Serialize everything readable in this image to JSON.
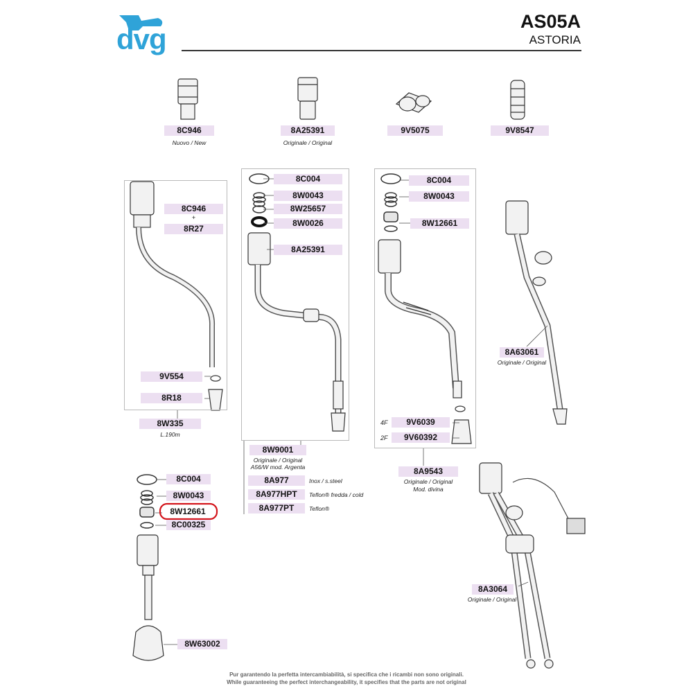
{
  "header": {
    "brand": "dvg",
    "model": "AS05A",
    "maker": "ASTORIA"
  },
  "top_parts": [
    {
      "code": "8C946",
      "caption": "Nuovo / New"
    },
    {
      "code": "8A25391",
      "caption": "Originale / Original"
    },
    {
      "code": "9V5075",
      "caption": ""
    },
    {
      "code": "9V8547",
      "caption": ""
    }
  ],
  "group_left": {
    "code_a": "8C946",
    "plus": "+",
    "code_b": "8R27",
    "seal": "9V554",
    "tip": "8R18",
    "assembly": "8W335",
    "length": "L.190m"
  },
  "group_middle": {
    "items": [
      "8C004",
      "8W0043",
      "8W25657",
      "8W0026",
      "8A25391"
    ],
    "assembly": "8W9001",
    "caption_1": "Originale / Original",
    "caption_2": "A56/W mod. Argenta",
    "variants": [
      {
        "code": "8A977",
        "caption": "Inox / s.steel"
      },
      {
        "code": "8A977HPT",
        "caption": "Teflon® fredda / cold"
      },
      {
        "code": "8A977PT",
        "caption": "Teflon®"
      }
    ]
  },
  "group_right": {
    "items": [
      "8C004",
      "8W0043",
      "8W12661"
    ],
    "tip_4f_label": "4F",
    "tip_4f": "9V6039",
    "tip_2f_label": "2F",
    "tip_2f": "9V60392",
    "assembly": "8A9543",
    "caption_1": "Originale / Original",
    "caption_2": "Mod. divina"
  },
  "wand_1": {
    "code": "8A63061",
    "caption": "Originale / Original"
  },
  "wand_2": {
    "code": "8A3064",
    "caption": "Originale / Original"
  },
  "group_bottom": {
    "items": [
      "8C004",
      "8W0043",
      "8W12661",
      "8C00325"
    ],
    "tip": "8W63002",
    "highlight_color": "#d3141b"
  },
  "footer": {
    "line_it": "Pur garantendo la perfetta intercambiabilità, si specifica che i ricambi non sono originali.",
    "line_en": "While guaranteeing the perfect interchangeability, it specifies that the parts are not original"
  },
  "colors": {
    "brand": "#2fa3d8",
    "label_bg": "#ecdff1",
    "highlight": "#d3141b"
  }
}
